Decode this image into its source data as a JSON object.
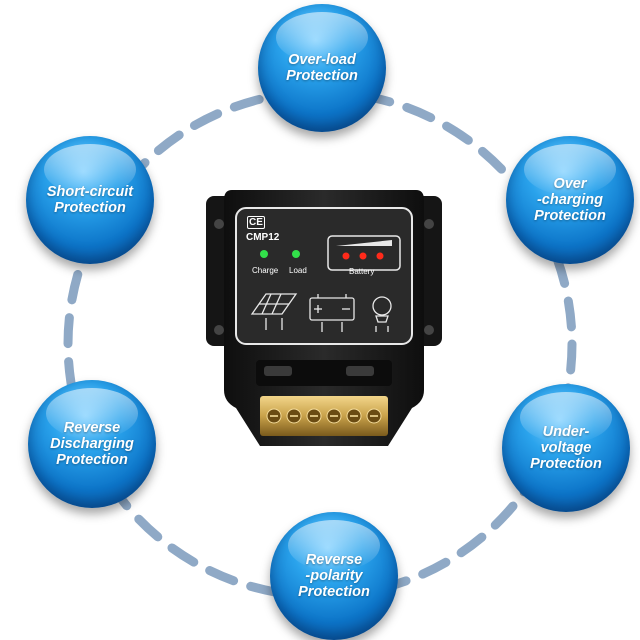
{
  "bubbles": [
    {
      "id": "overload",
      "label": "Over-load\nProtection"
    },
    {
      "id": "overcharging",
      "label": "Over\n-charging\nProtection"
    },
    {
      "id": "undervoltage",
      "label": "Under-\nvoltage\nProtection"
    },
    {
      "id": "reverse-polarity",
      "label": "Reverse\n-polarity\nProtection"
    },
    {
      "id": "reverse-discharging",
      "label": "Reverse\nDischarging\nProtection"
    },
    {
      "id": "short-circuit",
      "label": "Short-circuit\nProtection"
    }
  ],
  "device": {
    "ce_mark": "CE",
    "model": "CMP12",
    "charge_label": "Charge",
    "load_label": "Load",
    "battery_label": "Battery"
  },
  "colors": {
    "bubble_blue": "#0c74c8",
    "ring_dash": "#8fa9c6",
    "device_body": "#1b1b1b",
    "led_green": "#32e04a",
    "led_red": "#ff2a1a",
    "terminal_brass": "#c9a24a"
  }
}
